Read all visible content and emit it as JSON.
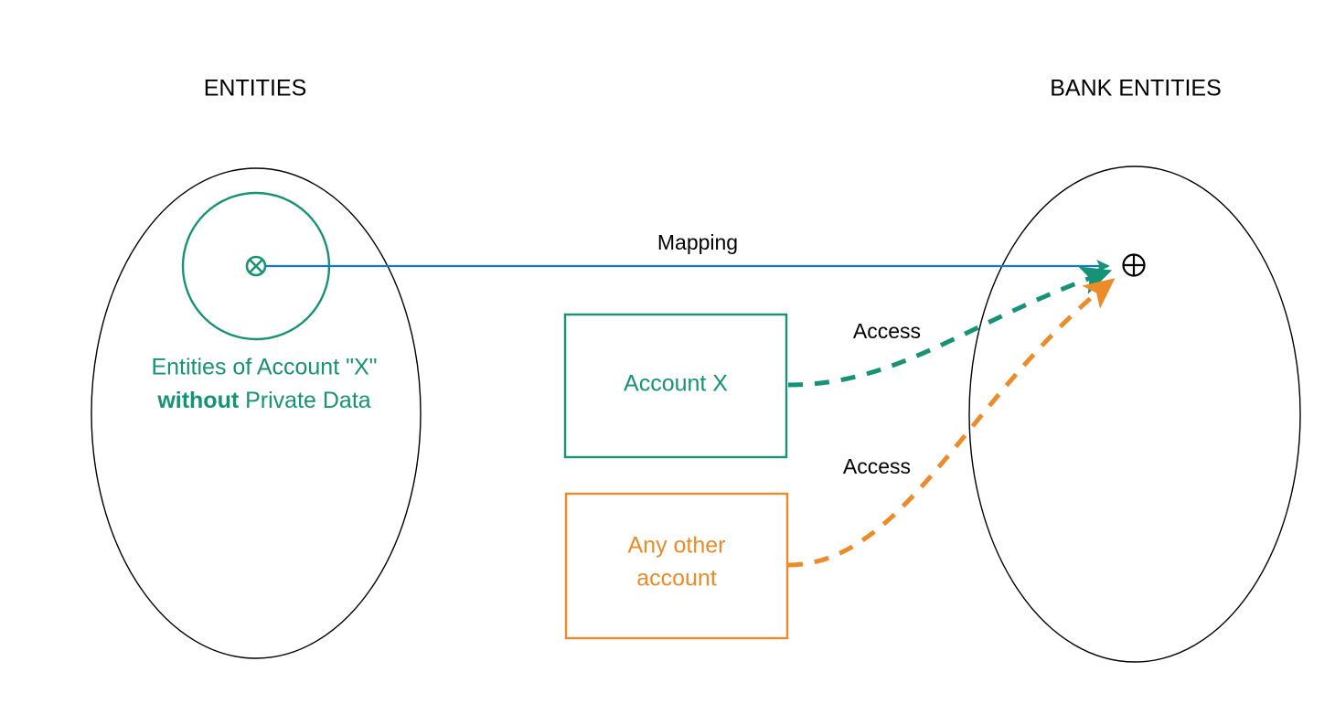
{
  "diagram": {
    "title_left": "ENTITIES",
    "title_right": "BANK ENTITIES",
    "colors": {
      "teal": "#169376",
      "orange": "#ED8B28",
      "blue": "#1C76B8",
      "black": "#000000",
      "background": "#FFFFFF"
    },
    "left_cluster": {
      "name": "entities-ellipse",
      "inner_circle_name": "account-x-entities-circle",
      "inner_node_icon": "circled-x-icon",
      "label_line1": "Entities of Account \"X\"",
      "label_line2_strong": "without",
      "label_line2_rest": " Private Data"
    },
    "right_cluster": {
      "name": "bank-entities-ellipse",
      "inner_node_icon": "circled-plus-icon"
    },
    "nodes": [
      {
        "id": "account-x",
        "label": "Account X",
        "color": "#169376"
      },
      {
        "id": "any-other-account",
        "label_line1": "Any other",
        "label_line2": "account",
        "color": "#ED8B28"
      }
    ],
    "edges": [
      {
        "id": "mapping-edge",
        "label": "Mapping",
        "color": "#1C76B8",
        "style": "solid",
        "arrow_color": "#169376"
      },
      {
        "id": "access-edge-teal",
        "label": "Access",
        "color": "#169376",
        "style": "dashed"
      },
      {
        "id": "access-edge-orange",
        "label": "Access",
        "color": "#ED8B28",
        "style": "dashed"
      }
    ]
  }
}
